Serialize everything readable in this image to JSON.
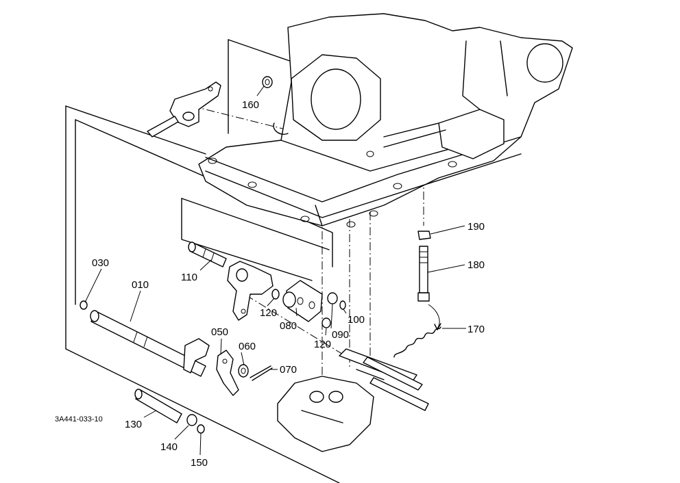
{
  "figure_code": "3A441-033-10",
  "callouts": [
    "010",
    "030",
    "050",
    "060",
    "070",
    "080",
    "090",
    "100",
    "110",
    "120",
    "120",
    "130",
    "140",
    "150",
    "160",
    "170",
    "180",
    "190"
  ]
}
